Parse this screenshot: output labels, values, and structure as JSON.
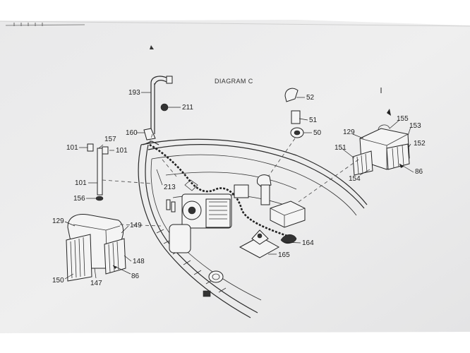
{
  "diagram": {
    "title": "DIAGRAM C",
    "labels": {
      "p193": "193",
      "p211": "211",
      "p160": "160",
      "p157": "157",
      "p101a": "101",
      "p101b": "101",
      "p101c": "101",
      "p156": "156",
      "p213": "213",
      "p52": "52",
      "p51": "51",
      "p50": "50",
      "p129a": "129",
      "p155": "155",
      "p153": "153",
      "p151": "151",
      "p152": "152",
      "p154": "154",
      "p86a": "86",
      "p129b": "129",
      "p149": "149",
      "p148": "148",
      "p150": "150",
      "p147": "147",
      "p86b": "86",
      "p164": "164",
      "p165": "165"
    }
  }
}
